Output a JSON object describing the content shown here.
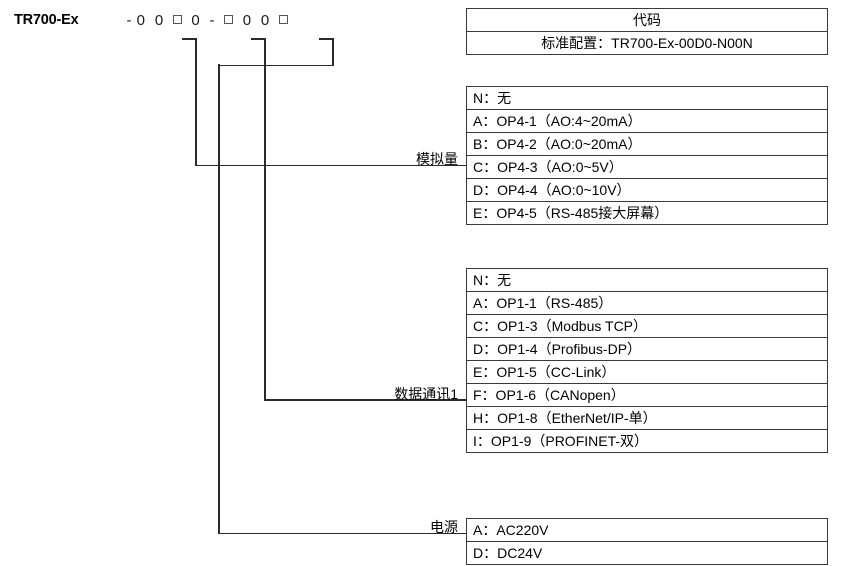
{
  "model": {
    "name": "TR700-Ex",
    "pattern_prefix": "-",
    "segments": [
      "0",
      "0",
      "BOX",
      "0",
      "-",
      "BOX",
      "0",
      "0",
      "BOX"
    ]
  },
  "tables": {
    "code": {
      "header": "代码",
      "rows": [
        "标准配置：TR700-Ex-00D0-N00N"
      ]
    },
    "analog": {
      "label": "模拟量",
      "rows": [
        "N：无",
        "A：OP4-1（AO:4~20mA）",
        "B：OP4-2（AO:0~20mA）",
        "C：OP4-3（AO:0~5V）",
        "D：OP4-4（AO:0~10V）",
        "E：OP4-5（RS-485接大屏幕）"
      ]
    },
    "comm": {
      "label": "数据通讯1",
      "rows": [
        "N：无",
        "A：OP1-1（RS-485）",
        "C：OP1-3（Modbus TCP）",
        "D：OP1-4（Profibus-DP）",
        "E：OP1-5（CC-Link）",
        "F：OP1-6（CANopen）",
        "H：OP1-8（EtherNet/IP-单）",
        "I：OP1-9（PROFINET-双）"
      ]
    },
    "power": {
      "label": "电源",
      "rows": [
        "A：AC220V",
        "D：DC24V"
      ]
    }
  },
  "colors": {
    "line": "#2b2b2b",
    "border": "#3a3a3a",
    "text": "#000000"
  }
}
